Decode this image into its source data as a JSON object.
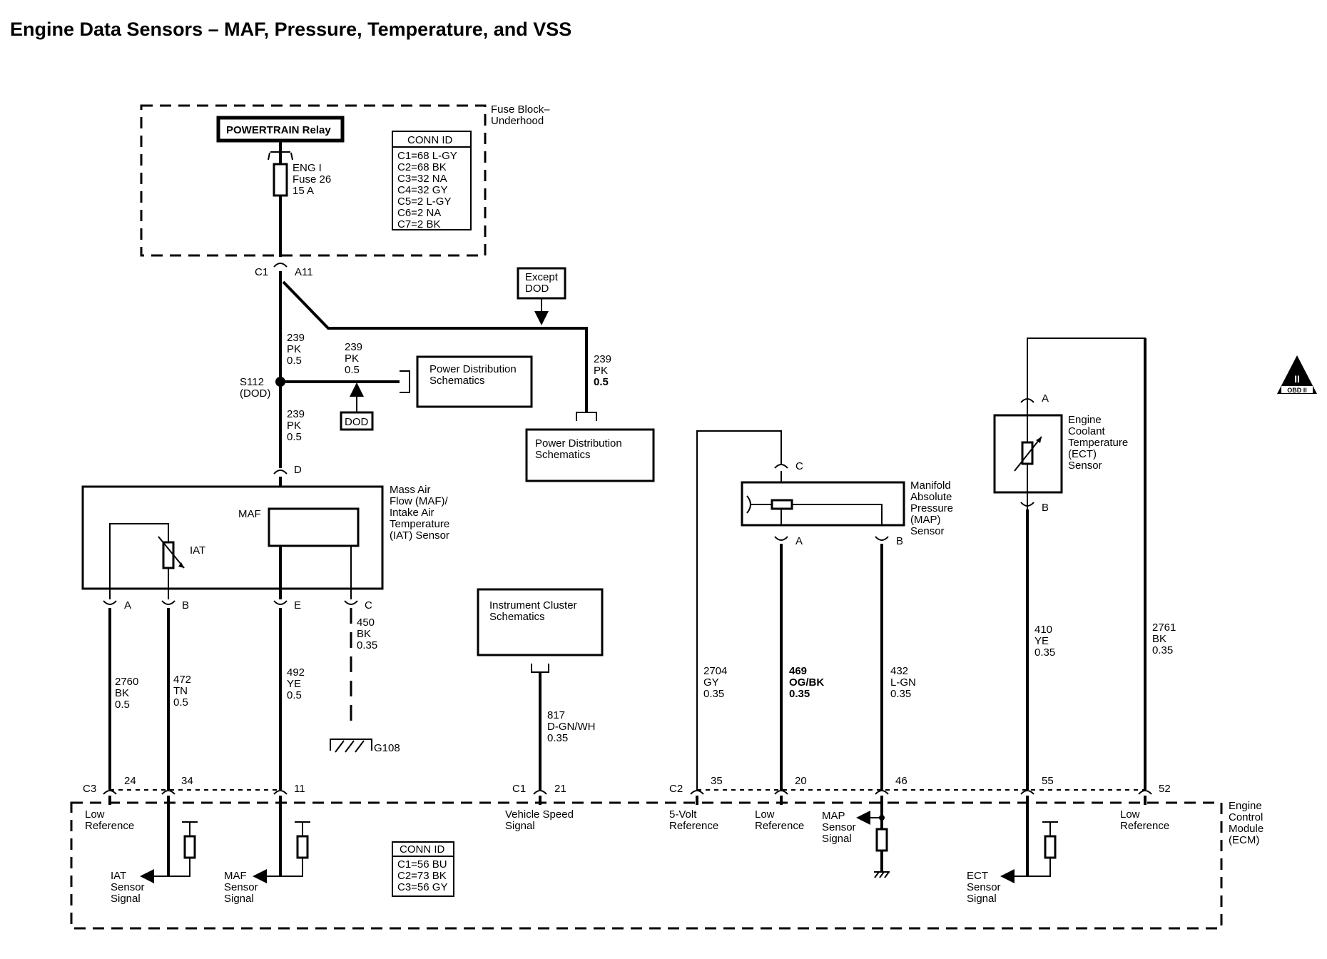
{
  "title": "Engine Data Sensors – MAF, Pressure, Temperature, and VSS",
  "fuse_block": {
    "label": [
      "Fuse Block–",
      "Underhood"
    ],
    "relay": "POWERTRAIN Relay",
    "fuse": [
      "ENG I",
      "Fuse 26",
      "15 A"
    ],
    "conn_id": {
      "title": "CONN ID",
      "rows": [
        "C1=68 L-GY",
        "C2=68 BK",
        "C3=32 NA",
        "C4=32 GY",
        "C5=2 L-GY",
        "C6=2 NA",
        "C7=2 BK"
      ]
    },
    "conn": "C1",
    "pin": "A11"
  },
  "except_dod": [
    "Except",
    "DOD"
  ],
  "dod": "DOD",
  "splice": [
    "S112",
    "(DOD)"
  ],
  "wires": {
    "w239_upper": [
      "239",
      "PK",
      "0.5"
    ],
    "w239_branch": [
      "239",
      "PK",
      "0.5"
    ],
    "w239_lower": [
      "239",
      "PK",
      "0.5"
    ],
    "w239_except": [
      "239",
      "PK",
      "0.5"
    ],
    "w2760": [
      "2760",
      "BK",
      "0.5"
    ],
    "w472": [
      "472",
      "TN",
      "0.5"
    ],
    "w492": [
      "492",
      "YE",
      "0.5"
    ],
    "w450": [
      "450",
      "BK",
      "0.35"
    ],
    "w817": [
      "817",
      "D-GN/WH",
      "0.35"
    ],
    "w2704": [
      "2704",
      "GY",
      "0.35"
    ],
    "w469": [
      "469",
      "OG/BK",
      "0.35"
    ],
    "w432": [
      "432",
      "L-GN",
      "0.35"
    ],
    "w410": [
      "410",
      "YE",
      "0.35"
    ],
    "w2761": [
      "2761",
      "BK",
      "0.35"
    ]
  },
  "power_dist_1": [
    "Power Distribution",
    "Schematics"
  ],
  "power_dist_2": [
    "Power Distribution",
    "Schematics"
  ],
  "instrument_cluster": [
    "Instrument Cluster",
    "Schematics"
  ],
  "maf_sensor": {
    "label": [
      "Mass Air",
      "Flow (MAF)/",
      "Intake Air",
      "Temperature",
      "(IAT) Sensor"
    ],
    "maf": "MAF",
    "iat": "IAT",
    "top_pin": "D",
    "pins": [
      "A",
      "B",
      "E",
      "C"
    ]
  },
  "ground": "G108",
  "map_sensor": {
    "label": [
      "Manifold",
      "Absolute",
      "Pressure",
      "(MAP)",
      "Sensor"
    ],
    "pins": [
      "C",
      "A",
      "B"
    ]
  },
  "ect_sensor": {
    "label": [
      "Engine",
      "Coolant",
      "Temperature",
      "(ECT)",
      "Sensor"
    ],
    "pins": [
      "A",
      "B"
    ]
  },
  "ecm": {
    "label": [
      "Engine",
      "Control",
      "Module",
      "(ECM)"
    ],
    "conn_c3": "C3",
    "conn_c1": "C1",
    "conn_c2": "C2",
    "pins": [
      "24",
      "34",
      "11",
      "21",
      "35",
      "20",
      "46",
      "55",
      "52"
    ],
    "low_ref_1": [
      "Low",
      "Reference"
    ],
    "iat_signal": [
      "IAT",
      "Sensor",
      "Signal"
    ],
    "maf_signal": [
      "MAF",
      "Sensor",
      "Signal"
    ],
    "vss_signal": [
      "Vehicle Speed",
      "Signal"
    ],
    "five_volt": [
      "5-Volt",
      "Reference"
    ],
    "low_ref_2": [
      "Low",
      "Reference"
    ],
    "map_signal": [
      "MAP",
      "Sensor",
      "Signal"
    ],
    "ect_signal": [
      "ECT",
      "Sensor",
      "Signal"
    ],
    "low_ref_3": [
      "Low",
      "Reference"
    ],
    "conn_id": {
      "title": "CONN ID",
      "rows": [
        "C1=56 BU",
        "C2=73 BK",
        "C3=56 GY"
      ]
    }
  },
  "obd_badge": [
    "II",
    "OBD II"
  ]
}
